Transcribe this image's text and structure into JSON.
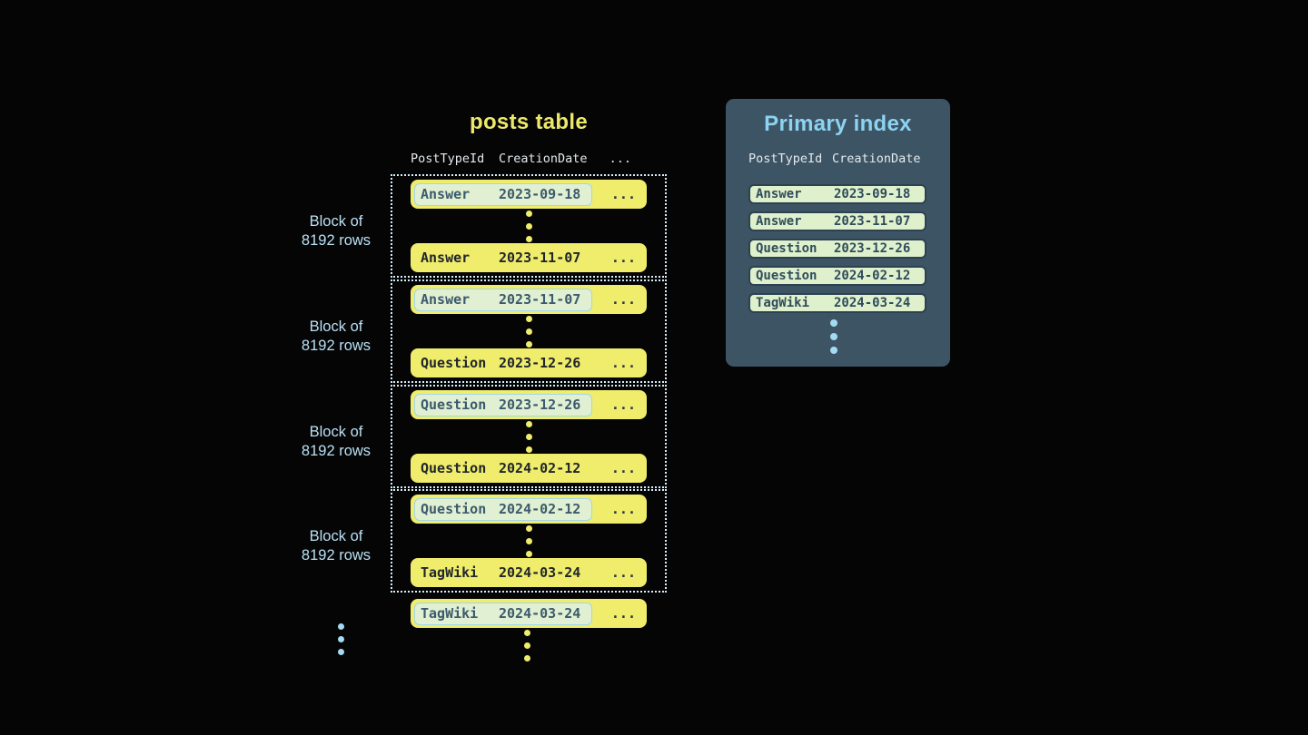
{
  "posts_table": {
    "title": "posts table",
    "columns": [
      "PostTypeId",
      "CreationDate",
      "..."
    ],
    "block_label_line1": "Block of",
    "block_label_line2": "8192 rows",
    "row_ellipsis": "...",
    "blocks": [
      {
        "first": {
          "type": "Answer",
          "date": "2023-09-18"
        },
        "last": {
          "type": "Answer",
          "date": "2023-11-07"
        }
      },
      {
        "first": {
          "type": "Answer",
          "date": "2023-11-07"
        },
        "last": {
          "type": "Question",
          "date": "2023-12-26"
        }
      },
      {
        "first": {
          "type": "Question",
          "date": "2023-12-26"
        },
        "last": {
          "type": "Question",
          "date": "2024-02-12"
        }
      },
      {
        "first": {
          "type": "Question",
          "date": "2024-02-12"
        },
        "last": {
          "type": "TagWiki",
          "date": "2024-03-24"
        }
      }
    ],
    "overflow_row": {
      "type": "TagWiki",
      "date": "2024-03-24"
    }
  },
  "primary_index": {
    "title": "Primary index",
    "columns": [
      "PostTypeId",
      "CreationDate"
    ],
    "rows": [
      {
        "type": "Answer",
        "date": "2023-09-18"
      },
      {
        "type": "Answer",
        "date": "2023-11-07"
      },
      {
        "type": "Question",
        "date": "2023-12-26"
      },
      {
        "type": "Question",
        "date": "2024-02-12"
      },
      {
        "type": "TagWiki",
        "date": "2024-03-24"
      }
    ]
  },
  "colors": {
    "background": "#050505",
    "row_yellow": "#f0ec6c",
    "title_yellow": "#ece86a",
    "highlight_green": "#e1f0d2",
    "highlight_border_blue": "#a0d7ec",
    "dotted_border": "#d8eefb",
    "label_blue": "#b9e0f4",
    "panel_background": "#3d5464",
    "panel_title_blue": "#8cd3f2",
    "index_row_green": "#dff0cc",
    "index_row_border": "#2c4250",
    "dot_blue": "#a5daf3",
    "header_text": "#e4eaee",
    "dark_text": "#20262b",
    "highlight_text": "#3b5a6e"
  }
}
